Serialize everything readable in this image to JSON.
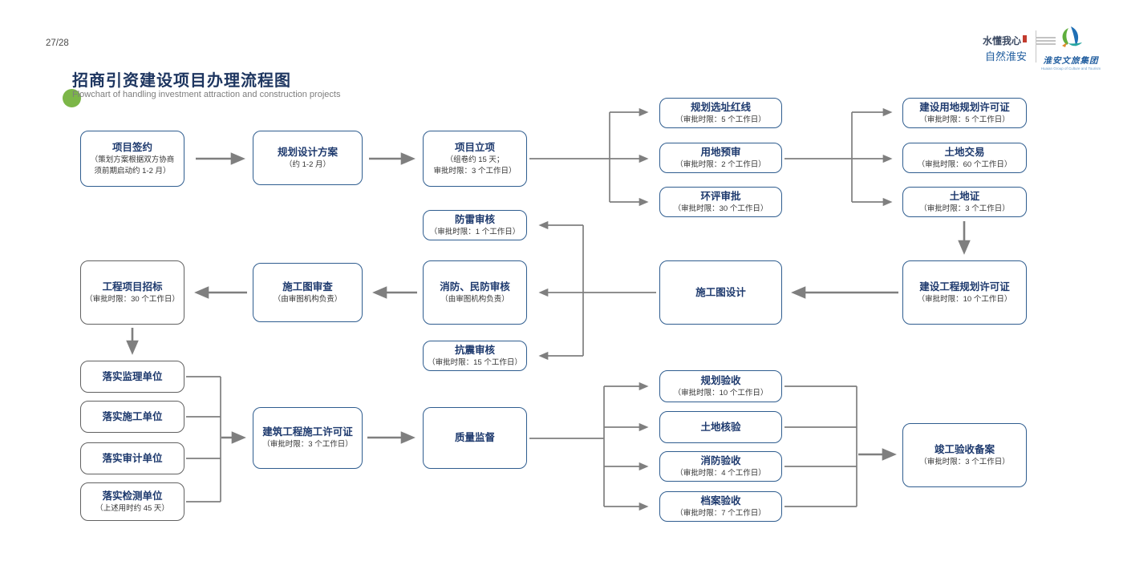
{
  "page": {
    "page_number": "27/28",
    "title": "招商引资建设项目办理流程图",
    "subtitle": "Flowchart of handling investment attraction and construction projects"
  },
  "header_logos": {
    "slogan_main": "水懂我心",
    "slogan_sub": "自然淮安",
    "group_name": "淮安文旅集团",
    "group_caption": "Huaian Group of Culture and Tourism"
  },
  "colors": {
    "accent_green": "#7cb648",
    "box_border_blue": "#2f5d8f",
    "box_border_gray": "#616161",
    "title_navy": "#1e3a6e",
    "arrow_gray": "#7f7f7f"
  },
  "nodes": {
    "project_signing": {
      "title": "项目签约",
      "sub": "（策划方案根据双方协商\n须前期启动约 1-2 月）"
    },
    "planning_design": {
      "title": "规划设计方案",
      "sub": "（约 1-2 月）"
    },
    "project_approval": {
      "title": "项目立项",
      "sub": "（组卷约 15 天；\n审批时限：3 个工作日）"
    },
    "site_red_line": {
      "title": "规划选址红线",
      "sub": "（审批时限：5 个工作日）"
    },
    "land_pre_review": {
      "title": "用地预审",
      "sub": "（审批时限：2 个工作日）"
    },
    "eia_approval": {
      "title": "环评审批",
      "sub": "（审批时限：30 个工作日）"
    },
    "land_use_permit": {
      "title": "建设用地规划许可证",
      "sub": "（审批时限：5 个工作日）"
    },
    "land_transaction": {
      "title": "土地交易",
      "sub": "（审批时限：60 个工作日）"
    },
    "land_certificate": {
      "title": "土地证",
      "sub": "（审批时限：3 个工作日）"
    },
    "lightning_review": {
      "title": "防雷审核",
      "sub": "（审批时限：1 个工作日）"
    },
    "fire_civil_review": {
      "title": "消防、民防审核",
      "sub": "（由审图机构负责）"
    },
    "seismic_review": {
      "title": "抗震审核",
      "sub": "（审批时限：15 个工作日）"
    },
    "drawing_review": {
      "title": "施工图审查",
      "sub": "（由审图机构负责）"
    },
    "project_bidding": {
      "title": "工程项目招标",
      "sub": "（审批时限：30 个工作日）"
    },
    "drawing_design": {
      "title": "施工图设计",
      "sub": ""
    },
    "construction_planning_permit": {
      "title": "建设工程规划许可证",
      "sub": "（审批时限：10 个工作日）"
    },
    "supervision_unit": {
      "title": "落实监理单位",
      "sub": ""
    },
    "construction_unit": {
      "title": "落实施工单位",
      "sub": ""
    },
    "audit_unit": {
      "title": "落实审计单位",
      "sub": ""
    },
    "testing_unit": {
      "title": "落实检测单位",
      "sub": "（上述用时约 45 天）"
    },
    "construction_permit": {
      "title": "建筑工程施工许可证",
      "sub": "（审批时限：3 个工作日）"
    },
    "quality_supervision": {
      "title": "质量监督",
      "sub": ""
    },
    "planning_acceptance": {
      "title": "规划验收",
      "sub": "（审批时限：10 个工作日）"
    },
    "land_verification": {
      "title": "土地核验",
      "sub": ""
    },
    "fire_acceptance": {
      "title": "消防验收",
      "sub": "（审批时限：4 个工作日）"
    },
    "archive_acceptance": {
      "title": "档案验收",
      "sub": "（审批时限：7 个工作日）"
    },
    "completion_filing": {
      "title": "竣工验收备案",
      "sub": "（审批时限：3 个工作日）"
    }
  }
}
